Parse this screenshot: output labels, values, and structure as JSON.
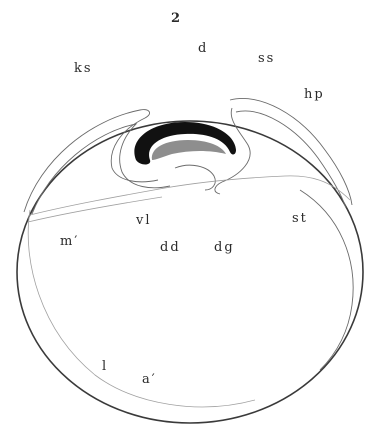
{
  "figure": {
    "number": "2",
    "labels": {
      "d": "d",
      "ks": "ks",
      "ss": "ss",
      "hp": "hp",
      "m_prime": "m′",
      "vl": "vl",
      "st": "st",
      "dd": "dd",
      "dg": "dg",
      "l": "l",
      "a_prime": "a′"
    }
  }
}
